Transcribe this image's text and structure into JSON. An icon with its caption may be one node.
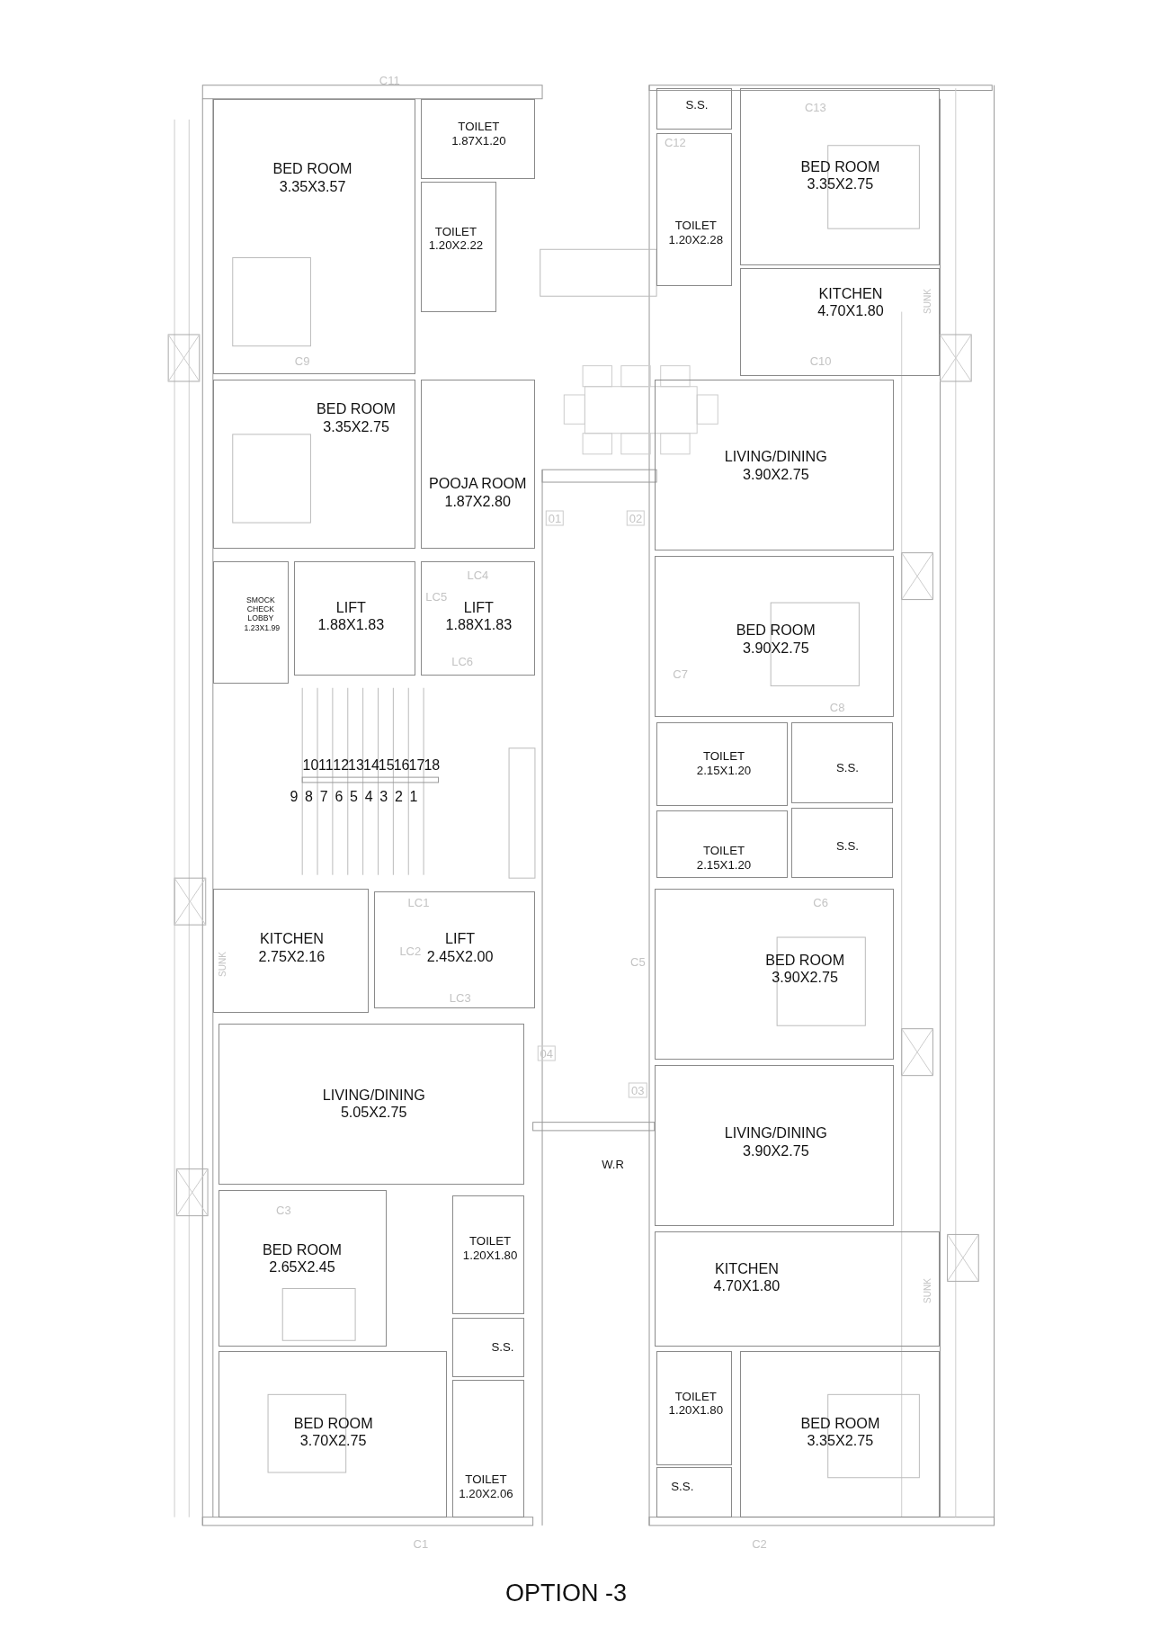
{
  "diagram": {
    "title": "OPTION -3",
    "nodes": [
      {
        "text": [
          "BED ROOM",
          "3.35X3.57"
        ]
      },
      {
        "text": [
          "TOILET",
          "1.87X1.20"
        ]
      },
      {
        "text": [
          "TOILET",
          "1.20X2.22"
        ]
      },
      {
        "text": [
          "S.S."
        ]
      },
      {
        "text": [
          "TOILET",
          "1.20X2.28"
        ]
      },
      {
        "text": [
          "BED ROOM",
          "3.35X2.75"
        ]
      },
      {
        "text": [
          "KITCHEN",
          "4.70X1.80"
        ]
      },
      {
        "text": [
          "BED ROOM",
          "3.35X2.75"
        ]
      },
      {
        "text": [
          "POOJA ROOM",
          "1.87X2.80"
        ]
      },
      {
        "text": [
          "LIVING/DINING",
          "3.90X2.75"
        ]
      },
      {
        "text": [
          "SMOCK CHECK LOBBY",
          "1.23X1.99"
        ]
      },
      {
        "text": [
          "LIFT",
          "1.88X1.83"
        ]
      },
      {
        "text": [
          "LIFT",
          "1.88X1.83"
        ]
      },
      {
        "text": [
          "BED ROOM",
          "3.90X2.75"
        ]
      },
      {
        "text": [
          "TOILET",
          "2.15X1.20"
        ]
      },
      {
        "text": [
          "S.S."
        ]
      },
      {
        "text": [
          "TOILET",
          "2.15X1.20"
        ]
      },
      {
        "text": [
          "S.S."
        ]
      },
      {
        "text": [
          "KITCHEN",
          "2.75X2.16"
        ]
      },
      {
        "text": [
          "LIFT",
          "2.45X2.00"
        ]
      },
      {
        "text": [
          "BED ROOM",
          "3.90X2.75"
        ]
      },
      {
        "text": [
          "LIVING/DINING",
          "5.05X2.75"
        ]
      },
      {
        "text": [
          "LIVING/DINING",
          "3.90X2.75"
        ]
      },
      {
        "text": [
          "BED ROOM",
          "2.65X2.45"
        ]
      },
      {
        "text": [
          "TOILET",
          "1.20X1.80"
        ]
      },
      {
        "text": [
          "KITCHEN",
          "4.70X1.80"
        ]
      },
      {
        "text": [
          "S.S."
        ]
      },
      {
        "text": [
          "BED ROOM",
          "3.70X2.75"
        ]
      },
      {
        "text": [
          "TOILET",
          "1.20X1.80"
        ]
      },
      {
        "text": [
          "BED ROOM",
          "3.35X2.75"
        ]
      },
      {
        "text": [
          "TOILET",
          "1.20X2.06"
        ]
      },
      {
        "text": [
          "S.S."
        ]
      }
    ],
    "labels": [
      "C11",
      "C12",
      "C13",
      "SUNK",
      "C9",
      "C10",
      "01",
      "02",
      "LC4",
      "LC5",
      "LC6",
      "C7",
      "C8",
      "10",
      "11",
      "12",
      "13",
      "14",
      "15",
      "16",
      "17",
      "18",
      "9",
      "8",
      "7",
      "6",
      "5",
      "4",
      "3",
      "2",
      "1",
      "LC1",
      "C6",
      "LC2",
      "SUNK",
      "C5",
      "LC3",
      "04",
      "03",
      "W.R",
      "C3",
      "SUNK",
      "C1",
      "C2"
    ]
  }
}
